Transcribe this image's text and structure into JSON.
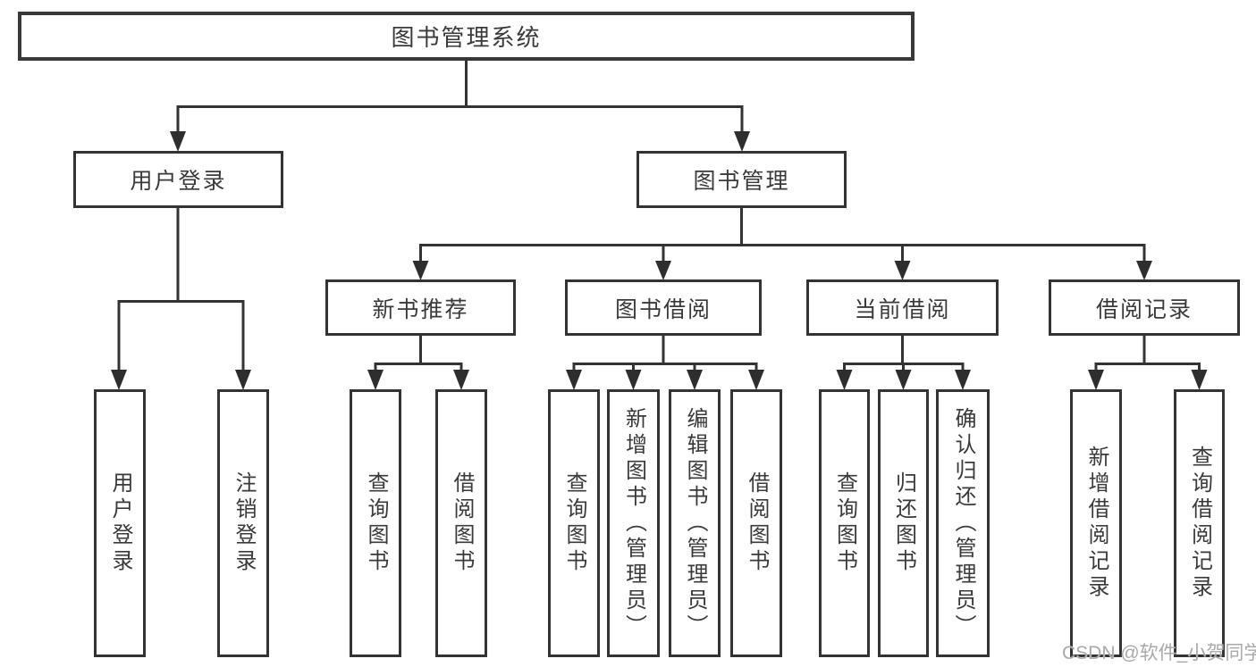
{
  "diagram": {
    "nodes": {
      "root": "图书管理系统",
      "userLogin": "用户登录",
      "bookMgmt": "图书管理",
      "newBooks": "新书推荐",
      "bookBorrow": "图书借阅",
      "currentBorrow": "当前借阅",
      "borrowRecords": "借阅记录",
      "leafUserLogin": "用户登录",
      "leafLogout": "注销登录",
      "leafQueryBooksA": "查询图书",
      "leafBorrowBooksA": "借阅图书",
      "leafQueryBooksB": "查询图书",
      "leafAddBooksAdmin": "新增图书（管理员）",
      "leafEditBooksAdmin": "编辑图书（管理员）",
      "leafBorrowBooksB": "借阅图书",
      "leafQueryBooksC": "查询图书",
      "leafReturnBooks": "归还图书",
      "leafConfirmReturnAdmin": "确认归还（管理员）",
      "leafAddBorrowRecord": "新增借阅记录",
      "leafQueryBorrowRecord": "查询借阅记录"
    },
    "line_color": "#333333",
    "arrow_color": "#2e2e2e",
    "text_color": "#3a3a3a"
  },
  "watermark": {
    "text": "CSDN @软件_小贺同学"
  }
}
